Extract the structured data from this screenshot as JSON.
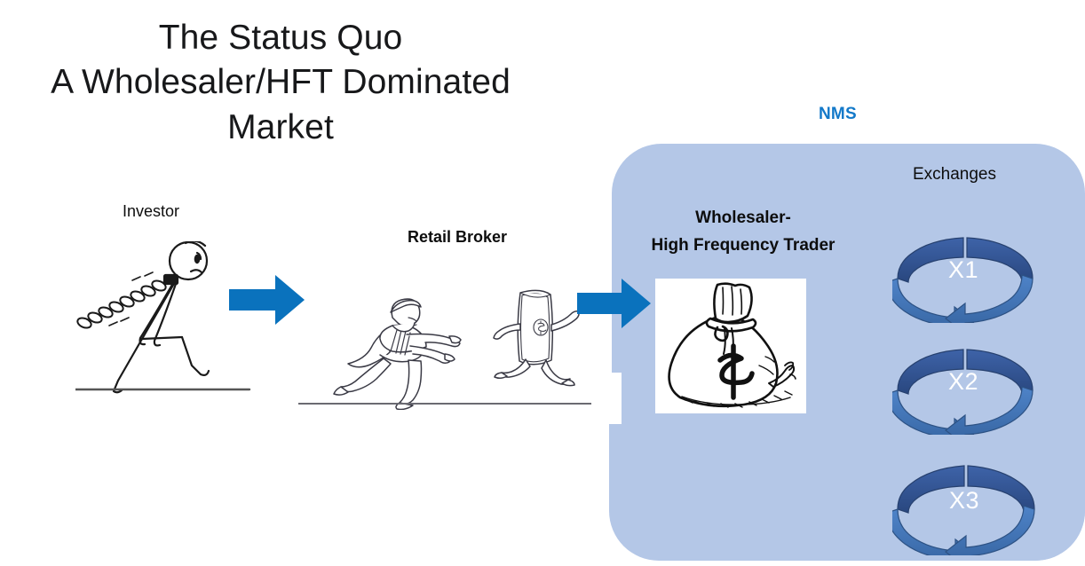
{
  "slide": {
    "title": "The Status Quo\nA Wholesaler/HFT Dominated\nMarket",
    "background_color": "#FFFFFF"
  },
  "colors": {
    "nms_label": "#1379C9",
    "nms_box_fill": "#B4C7E7",
    "flow_arrow": "#0A72BD",
    "cycle_dark": "#2E5597",
    "cycle_mid": "#4472C4",
    "cycle_light": "#4A7EBB",
    "text": "#0D0D0D"
  },
  "stages": {
    "investor": {
      "label": "Investor",
      "figure_name": "stick-figure-dragging-chain"
    },
    "retail_broker": {
      "label": "Retail Broker",
      "figure_name": "person-chasing-dollar-bill"
    },
    "wholesaler": {
      "label": "Wholesaler-\nHigh Frequency Trader",
      "figure_name": "money-bag-with-dollar-sign",
      "money_symbol": "$"
    }
  },
  "nms": {
    "label": "NMS",
    "exchanges_label": "Exchanges",
    "exchanges": [
      {
        "name": "X1"
      },
      {
        "name": "X2"
      },
      {
        "name": "X3"
      }
    ]
  },
  "flow_arrows": [
    {
      "name": "investor-to-broker-arrow"
    },
    {
      "name": "broker-to-wholesaler-arrow"
    }
  ]
}
